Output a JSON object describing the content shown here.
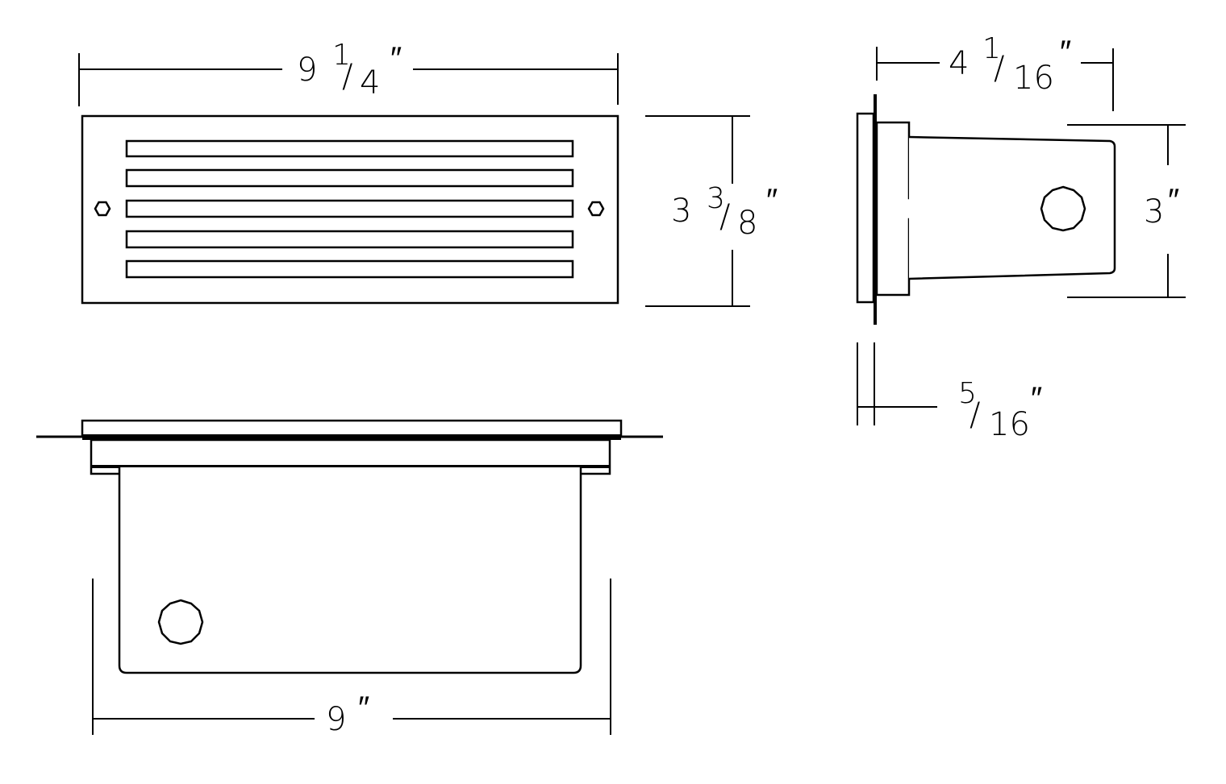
{
  "colors": {
    "line": "#000000",
    "background": "#ffffff"
  },
  "dimensions": {
    "top_width": {
      "whole": "9",
      "numerator": "1",
      "slash": "/",
      "denominator": "4",
      "unit": "″"
    },
    "top_height": {
      "whole": "3",
      "numerator": "3",
      "slash": "/",
      "denominator": "8",
      "unit": "″"
    },
    "side_depth": {
      "whole": "4",
      "numerator": "1",
      "slash": "/",
      "denominator": "16",
      "unit": "″"
    },
    "side_height": {
      "whole": "3",
      "unit": "″"
    },
    "flange_thickness": {
      "numerator": "5",
      "slash": "/",
      "denominator": "16",
      "unit": "″"
    },
    "housing_width": {
      "whole": "9",
      "unit": "″"
    }
  }
}
